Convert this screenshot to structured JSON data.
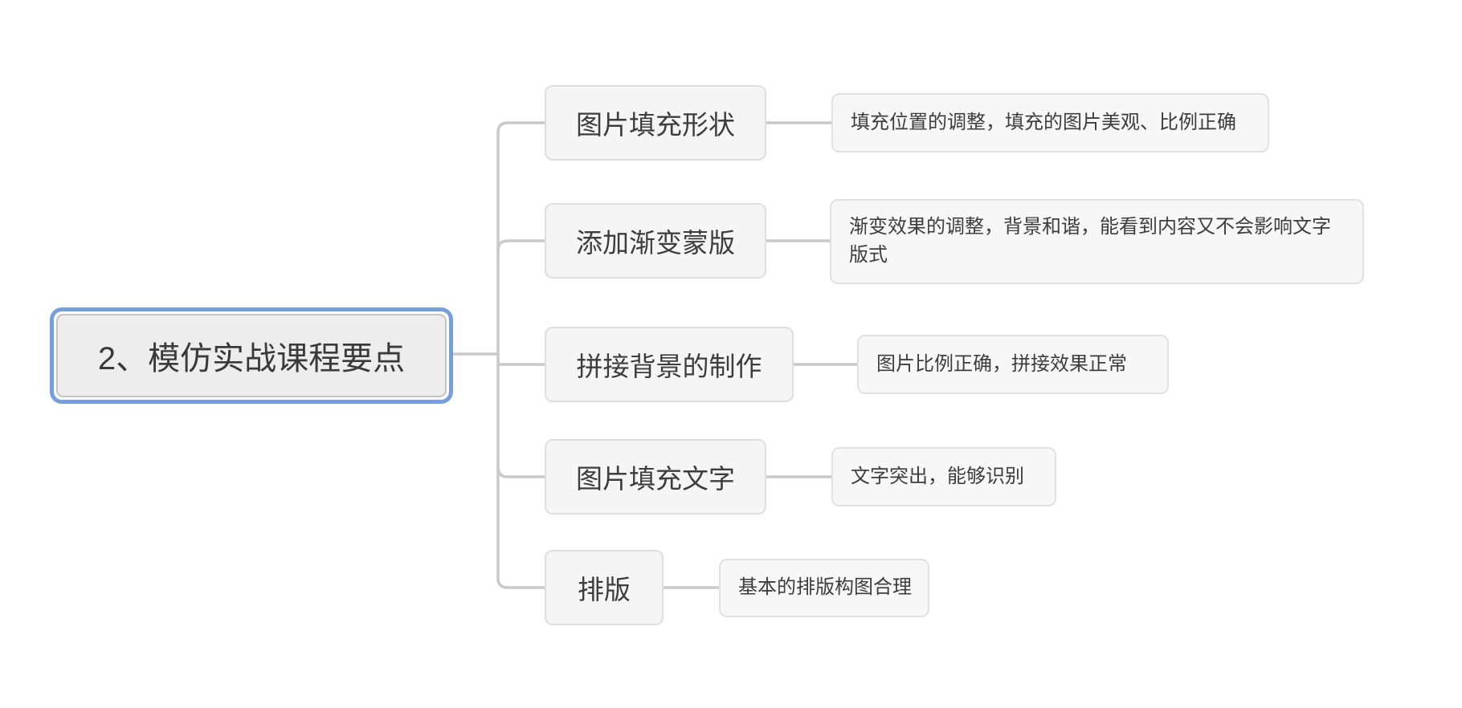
{
  "colors": {
    "selection_blue": "#739ee2",
    "connector_gray": "#c9c9cb",
    "branch_fill": "#f5f5f5",
    "branch_border": "#dedede",
    "root_fill": "#ededed",
    "root_border": "#c4c4c4",
    "text": "#3d3d3d",
    "background": "#ffffff"
  },
  "mindmap": {
    "root": {
      "label": "2、模仿实战课程要点",
      "selected": true
    },
    "branches": [
      {
        "label": "图片填充形状",
        "children": [
          {
            "label": "填充位置的调整，填充的图片美观、比例正确"
          }
        ]
      },
      {
        "label": "添加渐变蒙版",
        "children": [
          {
            "label": "渐变效果的调整，背景和谐，能看到内容又不会影响文字版式"
          }
        ]
      },
      {
        "label": "拼接背景的制作",
        "children": [
          {
            "label": "图片比例正确，拼接效果正常"
          }
        ]
      },
      {
        "label": "图片填充文字",
        "children": [
          {
            "label": "文字突出，能够识别"
          }
        ]
      },
      {
        "label": "排版",
        "children": [
          {
            "label": "基本的排版构图合理"
          }
        ]
      }
    ]
  }
}
